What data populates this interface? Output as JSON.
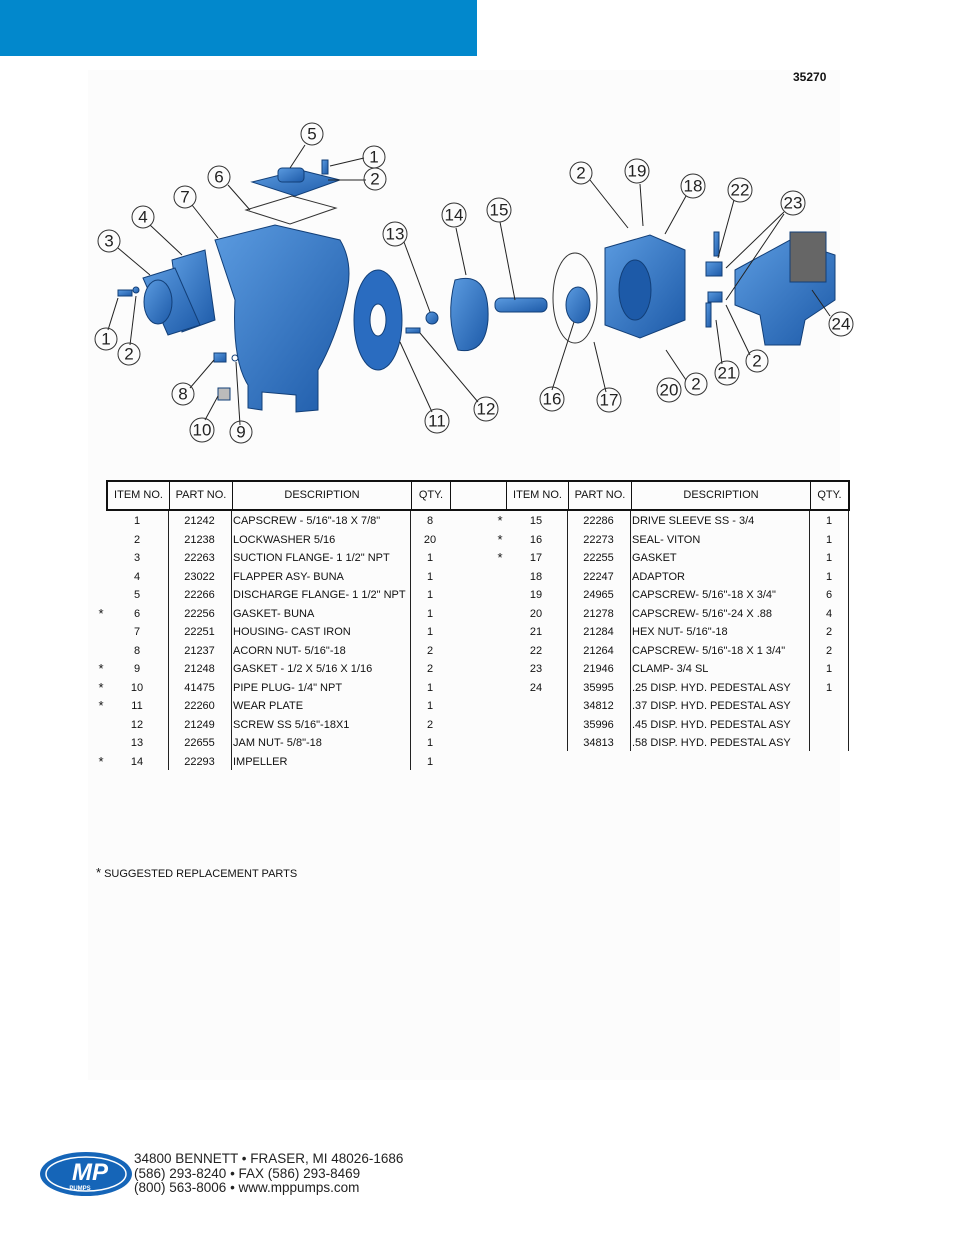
{
  "document": {
    "number": "35270"
  },
  "colors": {
    "accent": "#0288cc",
    "part_blue": "#2f73c8",
    "logo_blue": "#1565b8"
  },
  "diagram": {
    "callouts": [
      "5",
      "1",
      "2",
      "6",
      "7",
      "4",
      "3",
      "1",
      "2",
      "13",
      "14",
      "15",
      "2",
      "19",
      "18",
      "22",
      "23",
      "24",
      "2",
      "21",
      "20",
      "2",
      "8",
      "10",
      "9",
      "11",
      "12",
      "16",
      "17"
    ]
  },
  "table": {
    "headers": [
      "ITEM NO.",
      "PART NO.",
      "DESCRIPTION",
      "QTY."
    ],
    "left_rows": [
      {
        "star": "",
        "item": "1",
        "part": "21242",
        "desc": "CAPSCREW - 5/16\"-18 X 7/8\"",
        "qty": "8"
      },
      {
        "star": "",
        "item": "2",
        "part": "21238",
        "desc": "LOCKWASHER 5/16",
        "qty": "20"
      },
      {
        "star": "",
        "item": "3",
        "part": "22263",
        "desc": "SUCTION FLANGE- 1 1/2\"  NPT",
        "qty": "1"
      },
      {
        "star": "",
        "item": "4",
        "part": "23022",
        "desc": "FLAPPER ASY- BUNA",
        "qty": "1"
      },
      {
        "star": "",
        "item": "5",
        "part": "22266",
        "desc": "DISCHARGE FLANGE- 1 1/2\" NPT",
        "qty": "1"
      },
      {
        "star": "*",
        "item": "6",
        "part": "22256",
        "desc": "GASKET- BUNA",
        "qty": "1"
      },
      {
        "star": "",
        "item": "7",
        "part": "22251",
        "desc": "HOUSING- CAST IRON",
        "qty": "1"
      },
      {
        "star": "",
        "item": "8",
        "part": "21237",
        "desc": "ACORN NUT- 5/16\"-18",
        "qty": "2"
      },
      {
        "star": "*",
        "item": "9",
        "part": "21248",
        "desc": "GASKET - 1/2 X 5/16 X 1/16",
        "qty": "2"
      },
      {
        "star": "*",
        "item": "10",
        "part": "41475",
        "desc": "PIPE PLUG- 1/4\" NPT",
        "qty": "1"
      },
      {
        "star": "*",
        "item": "11",
        "part": "22260",
        "desc": "WEAR PLATE",
        "qty": "1"
      },
      {
        "star": "",
        "item": "12",
        "part": "21249",
        "desc": "SCREW SS 5/16\"-18X1",
        "qty": "2"
      },
      {
        "star": "",
        "item": "13",
        "part": "22655",
        "desc": "JAM NUT- 5/8\"-18",
        "qty": "1"
      },
      {
        "star": "*",
        "item": "14",
        "part": "22293",
        "desc": "IMPELLER",
        "qty": "1"
      }
    ],
    "right_rows": [
      {
        "star": "*",
        "item": "15",
        "part": "22286",
        "desc": "DRIVE SLEEVE SS - 3/4",
        "qty": "1"
      },
      {
        "star": "*",
        "item": "16",
        "part": "22273",
        "desc": "SEAL- VITON",
        "qty": "1"
      },
      {
        "star": "*",
        "item": "17",
        "part": "22255",
        "desc": "GASKET",
        "qty": "1"
      },
      {
        "star": "",
        "item": "18",
        "part": "22247",
        "desc": "ADAPTOR",
        "qty": "1"
      },
      {
        "star": "",
        "item": "19",
        "part": "24965",
        "desc": "CAPSCREW- 5/16\"-18 X 3/4\"",
        "qty": "6"
      },
      {
        "star": "",
        "item": "20",
        "part": "21278",
        "desc": "CAPSCREW- 5/16\"-24  X .88",
        "qty": "4"
      },
      {
        "star": "",
        "item": "21",
        "part": "21284",
        "desc": "HEX NUT- 5/16\"-18",
        "qty": "2"
      },
      {
        "star": "",
        "item": "22",
        "part": "21264",
        "desc": "CAPSCREW- 5/16\"-18 X 1 3/4\"",
        "qty": "2"
      },
      {
        "star": "",
        "item": "23",
        "part": "21946",
        "desc": "CLAMP- 3/4 SL",
        "qty": "1"
      },
      {
        "star": "",
        "item": "24",
        "part": "35995",
        "desc": ".25 DISP. HYD. PEDESTAL ASY",
        "qty": "1"
      },
      {
        "star": "",
        "item": "",
        "part": "34812",
        "desc": ".37 DISP. HYD. PEDESTAL ASY",
        "qty": ""
      },
      {
        "star": "",
        "item": "",
        "part": "35996",
        "desc": ".45 DISP. HYD. PEDESTAL ASY",
        "qty": ""
      },
      {
        "star": "",
        "item": "",
        "part": "34813",
        "desc": ".58 DISP. HYD. PEDESTAL ASY",
        "qty": ""
      }
    ]
  },
  "footnote": {
    "star": "*",
    "text": "SUGGESTED REPLACEMENT PARTS"
  },
  "footer": {
    "logo_text": "MP",
    "logo_sub": "PUMPS",
    "address_line1": "34800 BENNETT • FRASER, MI 48026-1686",
    "address_line2": "(586) 293-8240 • FAX (586) 293-8469",
    "address_line3": "(800) 563-8006 • www.mppumps.com"
  }
}
